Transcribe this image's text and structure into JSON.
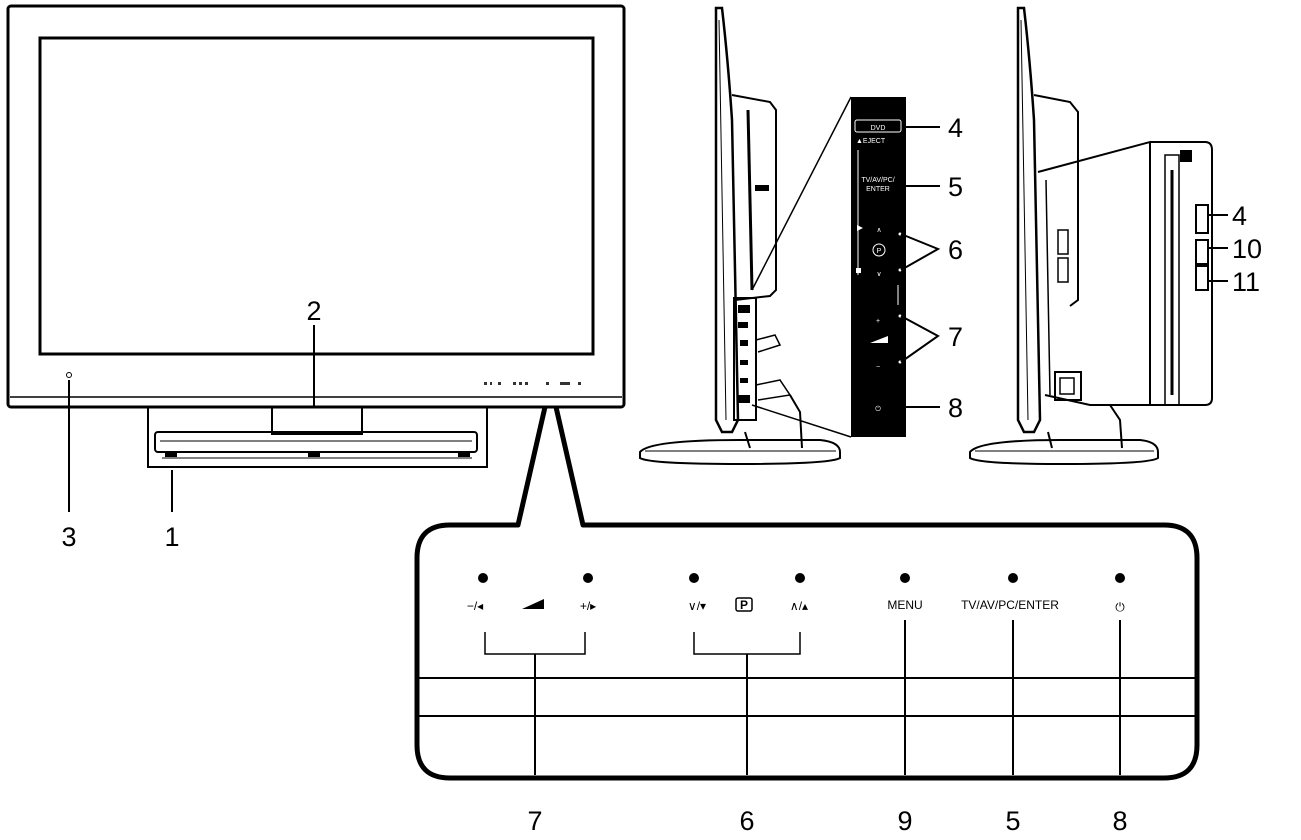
{
  "callouts": {
    "front_1": "1",
    "front_2": "2",
    "front_3": "3",
    "side_4": "4",
    "side_5": "5",
    "side_6": "6",
    "side_7": "7",
    "side_8": "8",
    "right_4": "4",
    "right_10": "10",
    "right_11": "11",
    "bottom_7": "7",
    "bottom_6": "6",
    "bottom_9": "9",
    "bottom_5": "5",
    "bottom_8": "8"
  },
  "side_panel": {
    "dvd_label": "DVD",
    "eject_label": "▲EJECT",
    "source_line1": "TV/AV/PC/",
    "source_line2": "ENTER",
    "prog_symbol": "P",
    "vol_plus": "+",
    "vol_minus": "−",
    "ch_up_symbol": "∧",
    "ch_down_symbol": "∨",
    "power_symbol": "⏻"
  },
  "button_strip": {
    "vol_down": "−/◂",
    "vol_icon": "◢",
    "vol_up": "+/▸",
    "ch_down": "∨/▾",
    "prog": "P",
    "ch_up": "∧/▴",
    "menu": "MENU",
    "source": "TV/AV/PC/ENTER",
    "power": "⏻"
  }
}
